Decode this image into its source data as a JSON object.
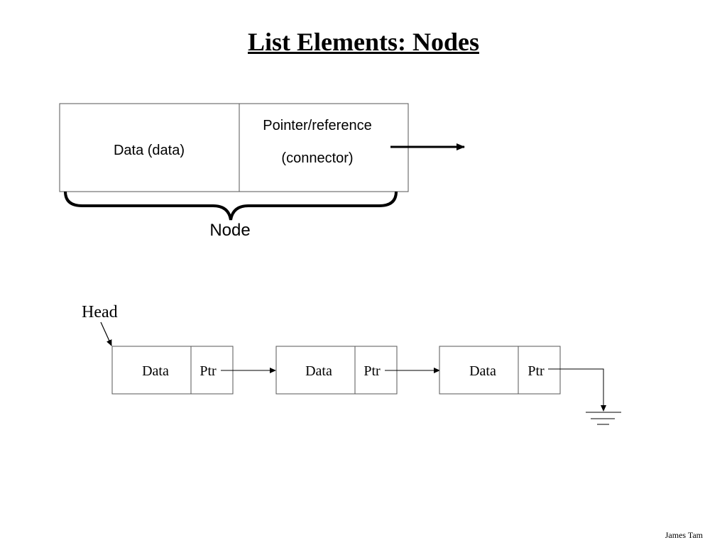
{
  "title": "List Elements: Nodes",
  "node_diagram": {
    "data_label": "Data (data)",
    "pointer_label_line1": "Pointer/reference",
    "pointer_label_line2": "(connector)",
    "node_label": "Node"
  },
  "linked_list": {
    "head_label": "Head",
    "nodes": [
      {
        "data": "Data",
        "ptr": "Ptr"
      },
      {
        "data": "Data",
        "ptr": "Ptr"
      },
      {
        "data": "Data",
        "ptr": "Ptr"
      }
    ]
  },
  "footer": "James Tam"
}
